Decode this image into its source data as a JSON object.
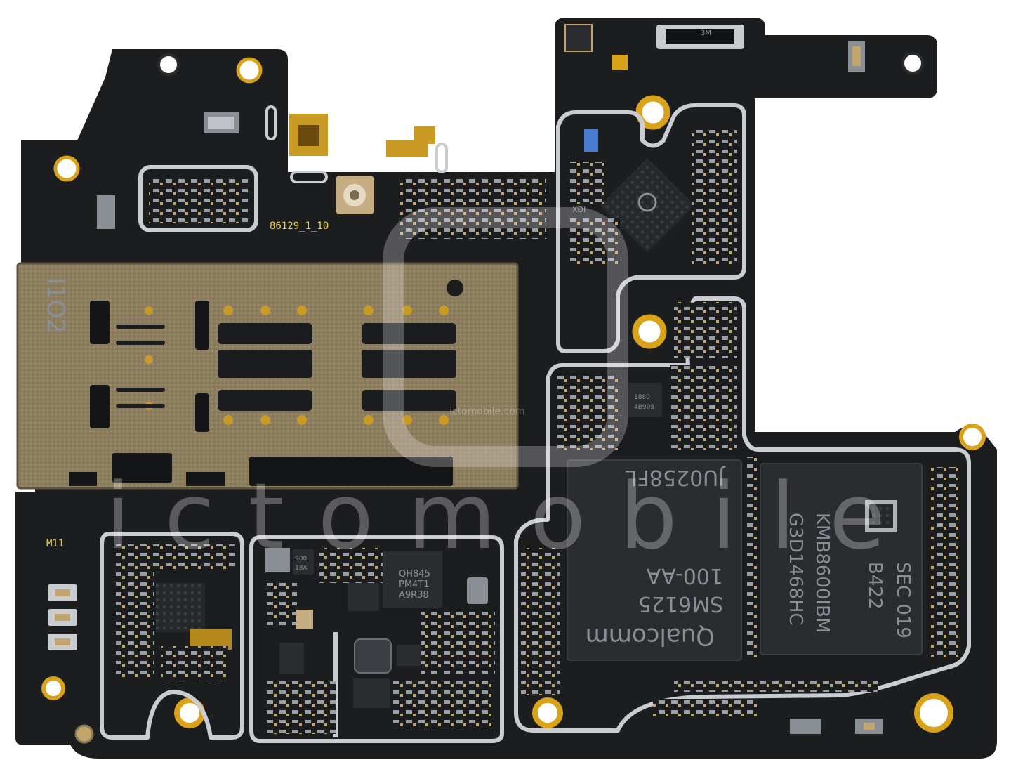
{
  "board": {
    "silkscreen": {
      "part_number": "86129_1_10",
      "marker": "M11"
    },
    "sim_tray": {
      "label": "I1O2"
    },
    "soc": {
      "line1": "JU0258FL",
      "line2": "100-AA",
      "line3": "SM6125",
      "brand": "Qualcomm"
    },
    "memory": {
      "line1": "G3D1468HC",
      "line2": "KMB8600IBM",
      "line3": "B422",
      "line4": "SEC 019"
    },
    "pmic": {
      "line1": "QH845",
      "line2": "PM4T1",
      "line3": "A9R38"
    },
    "small_chip": {
      "line1": "1880",
      "line2": "4B905"
    },
    "small_chip2": {
      "line1": "900",
      "line2": "18A"
    },
    "connector": {
      "label": "3M"
    },
    "xd": {
      "label": "XDI"
    }
  },
  "watermark": {
    "text": "ictomobile",
    "sub": "ictomobile.com"
  },
  "colors": {
    "pcb": "#1c1d1f",
    "gold": "#d9a21b",
    "shield": "#c9ccd0",
    "tray": "#8f7f60",
    "chip": "#2a2c2f"
  }
}
